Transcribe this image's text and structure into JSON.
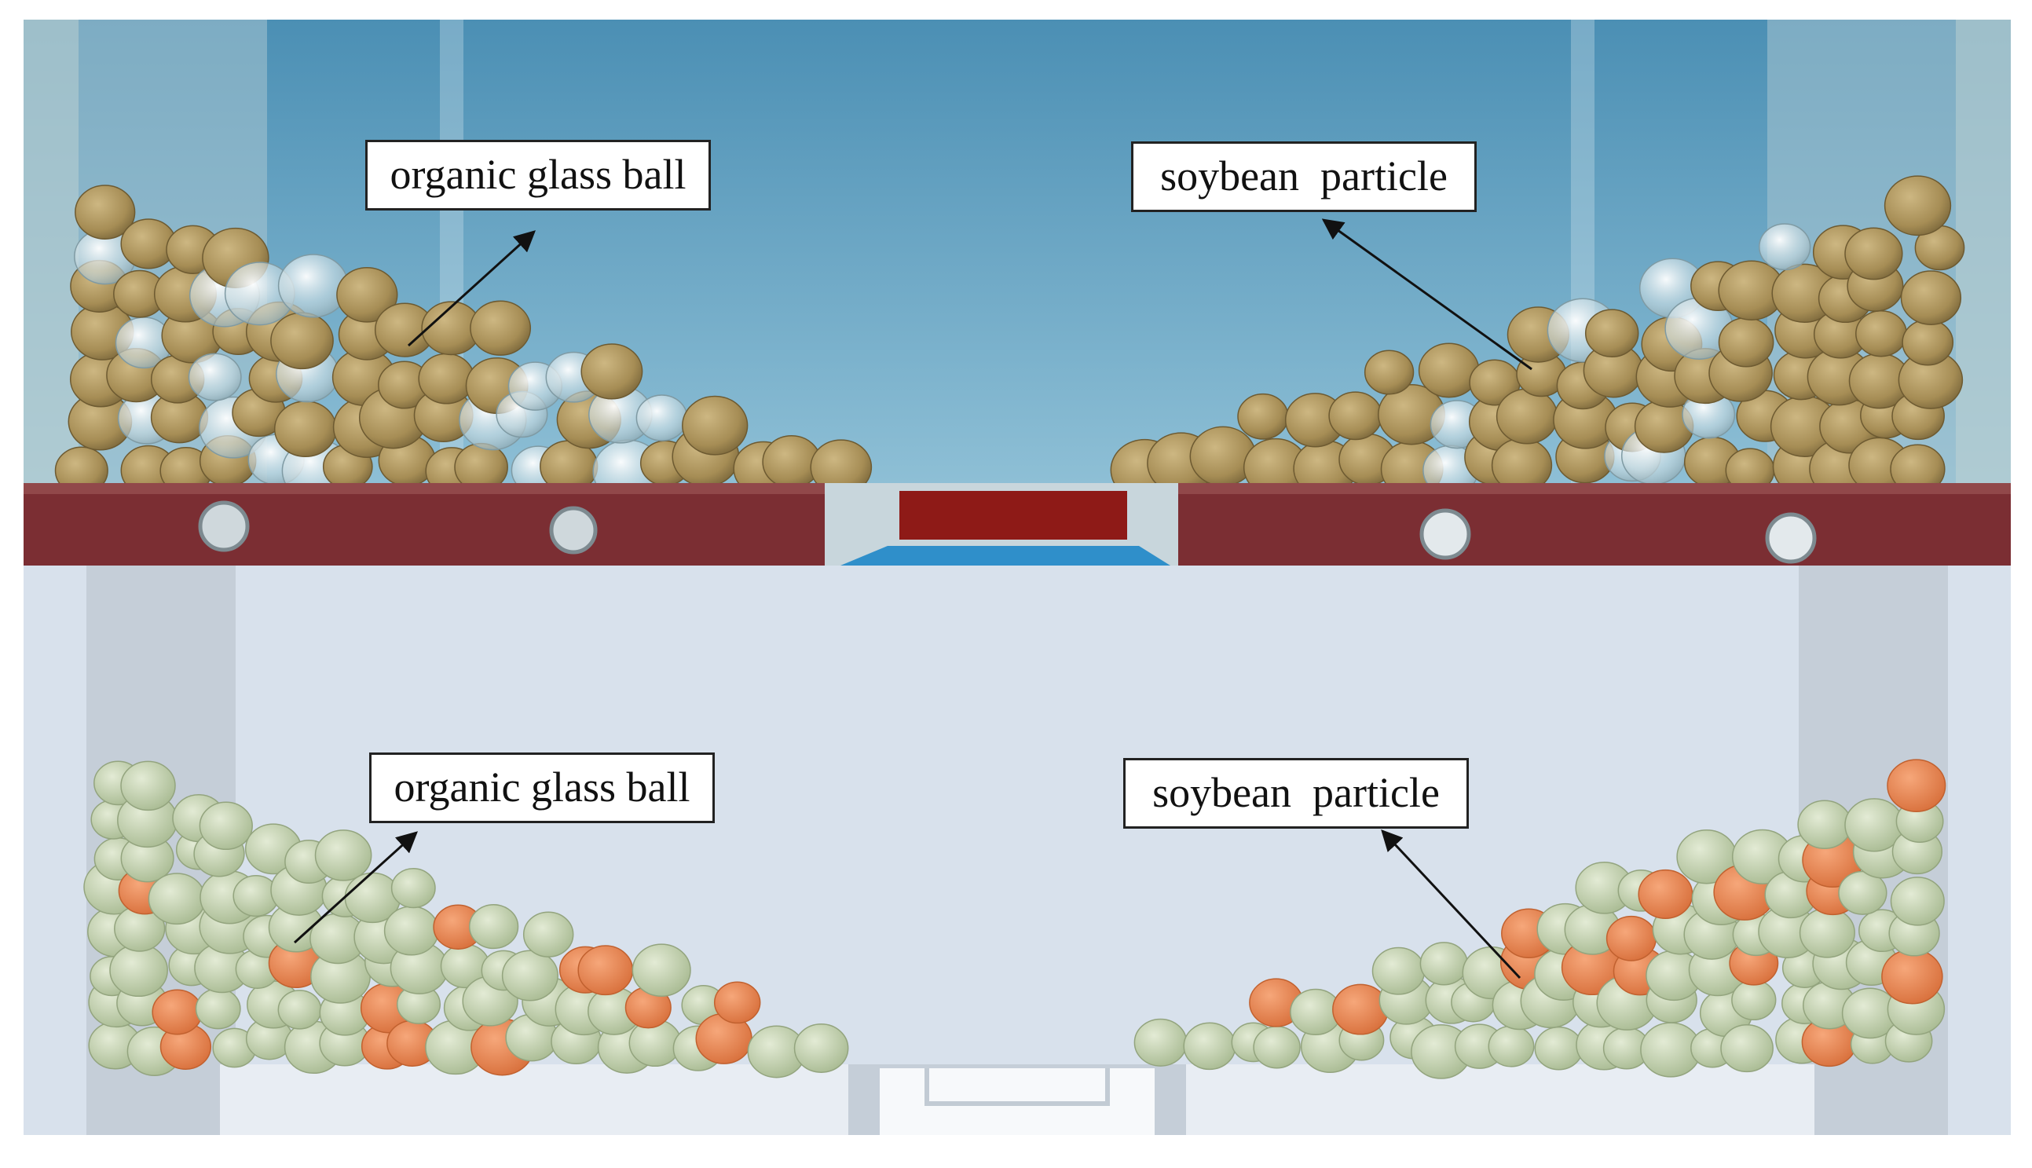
{
  "top_panel": {
    "label_left": "organic glass ball",
    "label_right": "soybean  particle"
  },
  "bottom_panel": {
    "label_left": "organic glass ball",
    "label_right": "soybean  particle"
  },
  "colors": {
    "water": "#6fa9c5",
    "soybean": "#b09a62",
    "glass_ball": "#dfe8ea",
    "plate": "#7b2e2e",
    "sim_background": "#d9e1ec",
    "sim_glass_ball": "#c6d3b4",
    "sim_soybean": "#ea8a55"
  }
}
